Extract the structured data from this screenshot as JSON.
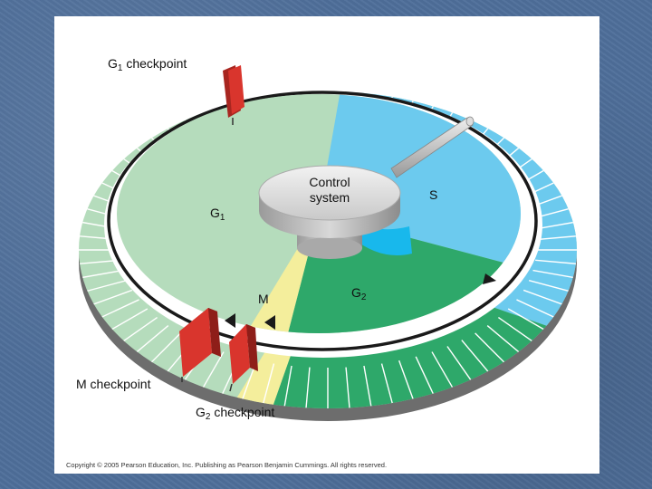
{
  "labels": {
    "g1_checkpoint": {
      "main": "G",
      "sub": "1",
      "rest": " checkpoint"
    },
    "control_system": {
      "line1": "Control",
      "line2": "system"
    },
    "s_phase": "S",
    "g1_phase": {
      "main": "G",
      "sub": "1"
    },
    "m_phase": "M",
    "g2_phase": {
      "main": "G",
      "sub": "2"
    },
    "m_checkpoint": "M checkpoint",
    "g2_checkpoint": {
      "main": "G",
      "sub": "2",
      "rest": " checkpoint"
    }
  },
  "copyright": "Copyright © 2005 Pearson Education, Inc. Publishing as Pearson Benjamin Cummings. All rights reserved.",
  "colors": {
    "g1": "#b5dcbc",
    "s": "#6ccaee",
    "g2": "#2ea86a",
    "m": "#f4ee9c",
    "checkpoint": "#d9352d",
    "arrow": "#1a1a1a"
  }
}
